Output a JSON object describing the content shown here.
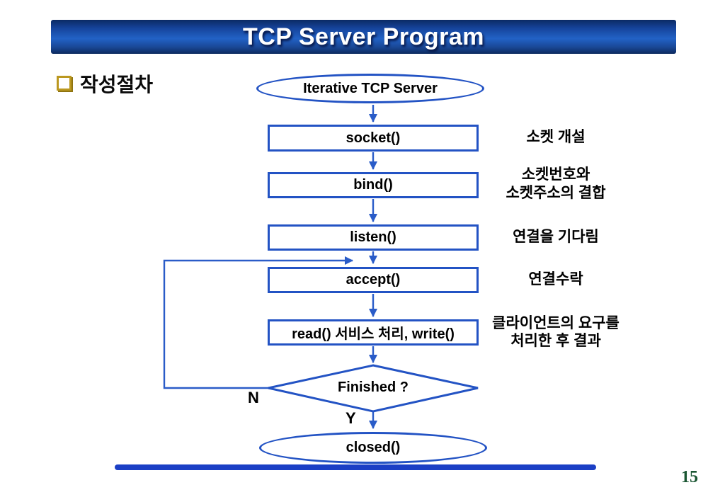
{
  "slide": {
    "title": "TCP Server Program",
    "heading": "작성절차",
    "page_number": "15"
  },
  "diagram": {
    "start_label": "Iterative TCP Server",
    "steps": [
      {
        "label": "socket()",
        "note": "소켓 개설",
        "note2": ""
      },
      {
        "label": "bind()",
        "note": "소켓번호와",
        "note2": "소켓주소의 결합"
      },
      {
        "label": "listen()",
        "note": "연결을 기다림",
        "note2": ""
      },
      {
        "label": "accept()",
        "note": "연결수락",
        "note2": ""
      },
      {
        "label": "read() 서비스 처리, write()",
        "note": "클라이언트의 요구를",
        "note2": "처리한 후 결과"
      }
    ],
    "decision": {
      "label": "Finished ?",
      "no": "N",
      "yes": "Y"
    },
    "end_label": "closed()"
  },
  "colors": {
    "shape_border": "#2353c4",
    "arrow": "#2a5cc8",
    "title_bar_top": "#0b2a64",
    "title_bar_mid": "#2262c6",
    "footer_line": "#1b3fc5",
    "page_number_green": "#1a5632",
    "bullet_gold": "#bb9820"
  }
}
